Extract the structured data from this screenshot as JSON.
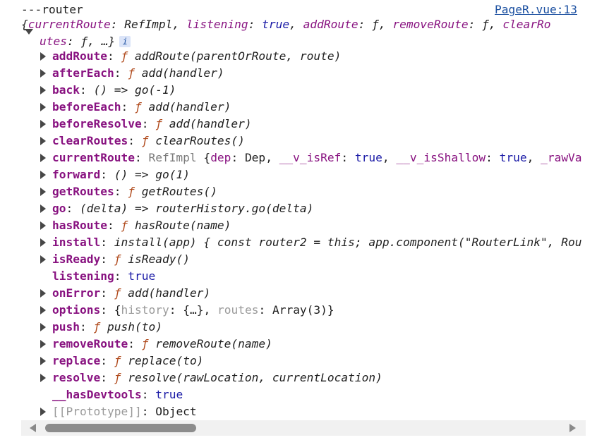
{
  "log_label": "---router",
  "source_link": "PageR.vue:13",
  "summary_line1": {
    "open": "{",
    "k1": "currentRoute",
    "sep1": ": ",
    "v1": "RefImpl",
    "c1": ", ",
    "k2": "listening",
    "sep2": ": ",
    "v2": "true",
    "c2": ", ",
    "k3": "addRoute",
    "sep3": ": ",
    "v3": "ƒ",
    "c3": ", ",
    "k4": "removeRoute",
    "sep4": ": ",
    "v4": "ƒ",
    "c4": ", ",
    "k5": "clearRo"
  },
  "summary_line2": {
    "k": "utes",
    "sep": ": ",
    "v": "ƒ",
    "rest": ", …}"
  },
  "info_badge": "i",
  "properties": {
    "addRoute": {
      "key": "addRoute",
      "fn": "ƒ",
      "sig": " addRoute(parentOrRoute, route)"
    },
    "afterEach": {
      "key": "afterEach",
      "fn": "ƒ",
      "sig": " add(handler)"
    },
    "back": {
      "key": "back",
      "val": "() => go(-1)"
    },
    "beforeEach": {
      "key": "beforeEach",
      "fn": "ƒ",
      "sig": " add(handler)"
    },
    "beforeResolve": {
      "key": "beforeResolve",
      "fn": "ƒ",
      "sig": " add(handler)"
    },
    "clearRoutes": {
      "key": "clearRoutes",
      "fn": "ƒ",
      "sig": " clearRoutes()"
    },
    "currentRoute": {
      "key": "currentRoute",
      "type": "RefImpl",
      "open": " {",
      "k1": "dep",
      "v1": "Dep",
      "k2": "__v_isRef",
      "v2": "true",
      "k3": "__v_isShallow",
      "v3": "true",
      "k4": "_rawVa"
    },
    "forward": {
      "key": "forward",
      "val": "() => go(1)"
    },
    "getRoutes": {
      "key": "getRoutes",
      "fn": "ƒ",
      "sig": " getRoutes()"
    },
    "go": {
      "key": "go",
      "val": "(delta) => routerHistory.go(delta)"
    },
    "hasRoute": {
      "key": "hasRoute",
      "fn": "ƒ",
      "sig": " hasRoute(name)"
    },
    "install": {
      "key": "install",
      "val": "install(app) { const router2 = this; app.component(\"RouterLink\", Rou"
    },
    "isReady": {
      "key": "isReady",
      "fn": "ƒ",
      "sig": " isReady()"
    },
    "listening": {
      "key": "listening",
      "val": "true"
    },
    "onError": {
      "key": "onError",
      "fn": "ƒ",
      "sig": " add(handler)"
    },
    "options": {
      "key": "options",
      "open": "{",
      "k1": "history",
      "v1": "{…}",
      "k2": "routes",
      "v2": "Array(3)",
      "close": "}"
    },
    "push": {
      "key": "push",
      "fn": "ƒ",
      "sig": " push(to)"
    },
    "removeRoute": {
      "key": "removeRoute",
      "fn": "ƒ",
      "sig": " removeRoute(name)"
    },
    "replace": {
      "key": "replace",
      "fn": "ƒ",
      "sig": " replace(to)"
    },
    "resolve": {
      "key": "resolve",
      "fn": "ƒ",
      "sig": " resolve(rawLocation, currentLocation)"
    },
    "hasDevtools": {
      "key": "__hasDevtools",
      "val": "true"
    },
    "prototype": {
      "key": "[[Prototype]]",
      "val": "Object"
    }
  },
  "colors": {
    "key": "#881280",
    "function": "#b04a1c",
    "boolean": "#1a1aa6",
    "link": "#1a4fa0"
  },
  "icons": [
    "triangle-down-icon",
    "triangle-right-icon",
    "info-icon",
    "scroll-left-icon",
    "scroll-right-icon"
  ]
}
